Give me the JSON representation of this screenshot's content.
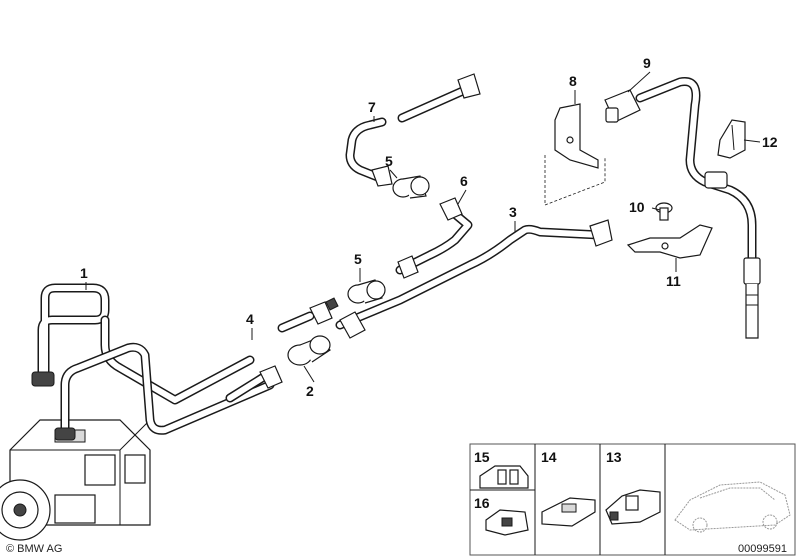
{
  "callouts": {
    "c1": "1",
    "c2": "2",
    "c3": "3",
    "c4": "4",
    "c5a": "5",
    "c5b": "5",
    "c6": "6",
    "c7": "7",
    "c8": "8",
    "c9": "9",
    "c10": "10",
    "c11": "11",
    "c12": "12",
    "c13": "13",
    "c14": "14",
    "c15": "15",
    "c16": "16"
  },
  "footer": {
    "copyright": "© BMW AG",
    "diagram_number": "00099591"
  }
}
